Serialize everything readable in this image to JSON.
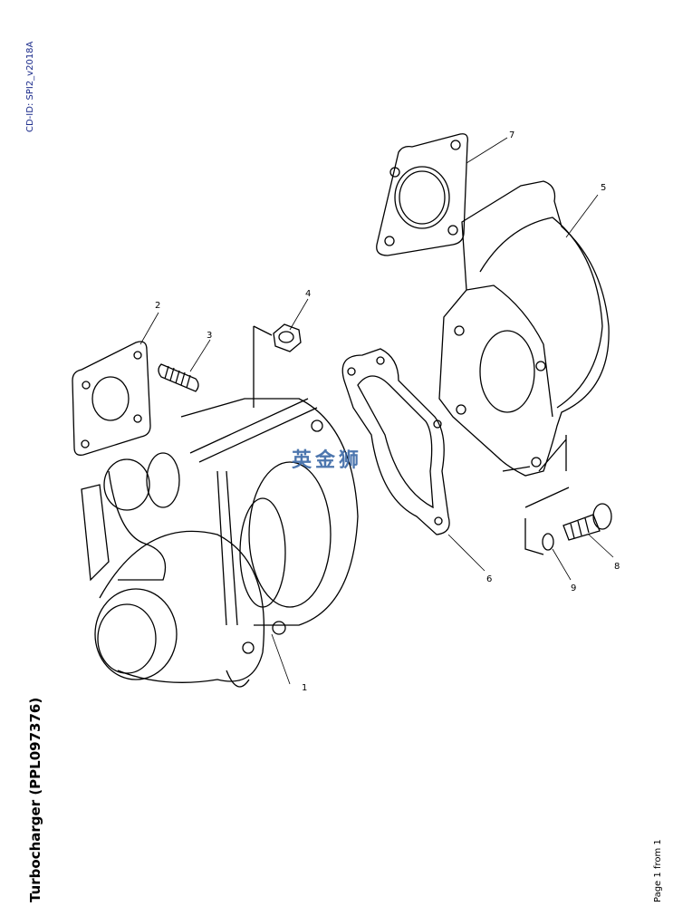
{
  "document": {
    "cd_id": "CD-ID: SPI2_v2018A",
    "title": "Turbocharger (PPL097376)",
    "page_label": "Page 1 from 1",
    "watermark": "英金狮"
  },
  "callouts": [
    "1",
    "2",
    "3",
    "4",
    "5",
    "6",
    "7",
    "8",
    "9"
  ]
}
